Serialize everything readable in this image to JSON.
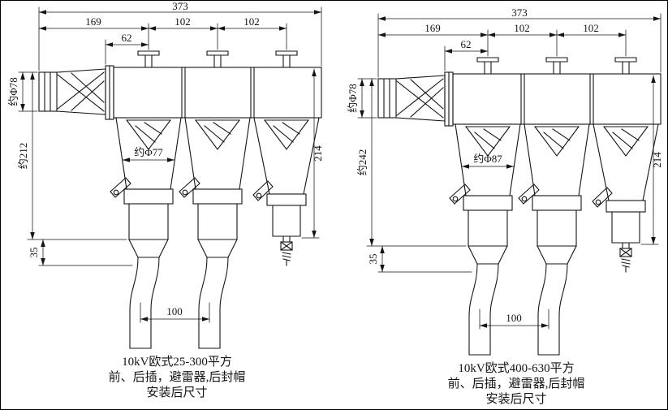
{
  "page": {
    "background": "#ffffff",
    "ink": "#141414"
  },
  "drawings": [
    {
      "name": "left-assembly",
      "dims": {
        "total": "373",
        "seg1": "169",
        "seg2": "102",
        "seg3": "102",
        "nested": "62",
        "dia_rear": "约Φ78",
        "overall_height": "约212",
        "body_dia": "约Φ77",
        "right_height": "214",
        "bracket_offset": "35",
        "cable_spacing": "100"
      },
      "caption": {
        "line1": "10kV欧式25-300平方",
        "line2": "前、后插，避雷器,后封帽",
        "line3": "安装后尺寸"
      }
    },
    {
      "name": "right-assembly",
      "dims": {
        "total": "373",
        "seg1": "169",
        "seg2": "102",
        "seg3": "102",
        "nested": "62",
        "dia_rear": "约Φ78",
        "overall_height": "约242",
        "body_dia": "约Φ87",
        "right_height": "214",
        "bracket_offset": "35",
        "cable_spacing": "100"
      },
      "caption": {
        "line1": "10kV欧式400-630平方",
        "line2": "前、后插，避雷器,后封帽",
        "line3": "安装后尺寸"
      }
    }
  ]
}
